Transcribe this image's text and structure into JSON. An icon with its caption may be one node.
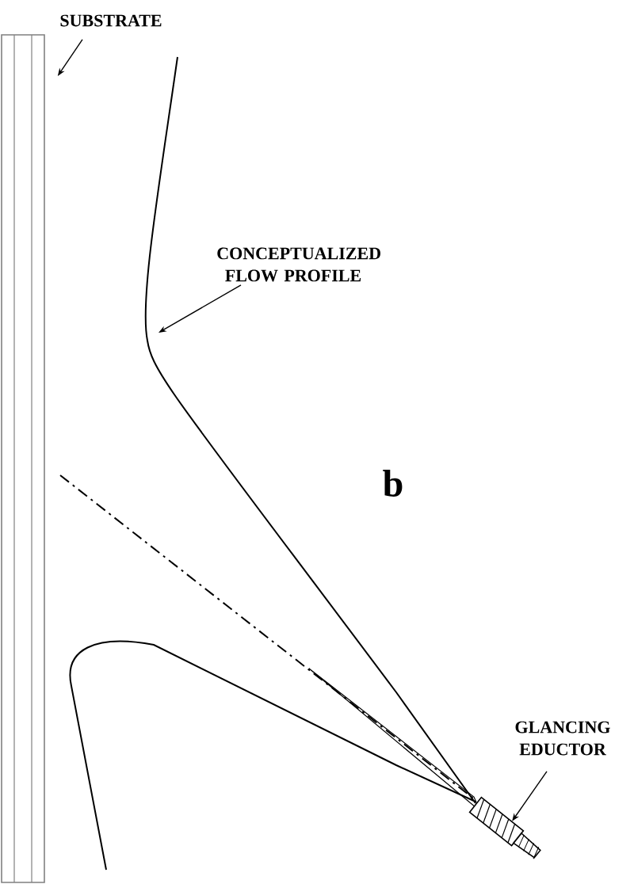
{
  "diagram": {
    "nodes": [
      {
        "text": [
          "SUBSTRATE"
        ]
      },
      {
        "text": [],
        "shape": "box"
      },
      {
        "text": [
          "CONCEPTUALIZED FLOW PROFILE"
        ]
      },
      {
        "text": [
          "GLANCING EDUCTOR"
        ]
      },
      {
        "text": [],
        "shape": "cylinder"
      }
    ],
    "edges": [
      {
        "from": 0,
        "to": 1,
        "arrow": "to"
      },
      {
        "from": 2,
        "to": null,
        "arrow": "to"
      },
      {
        "from": 3,
        "to": 4,
        "arrow": "to"
      }
    ],
    "labels": [
      "b"
    ]
  }
}
